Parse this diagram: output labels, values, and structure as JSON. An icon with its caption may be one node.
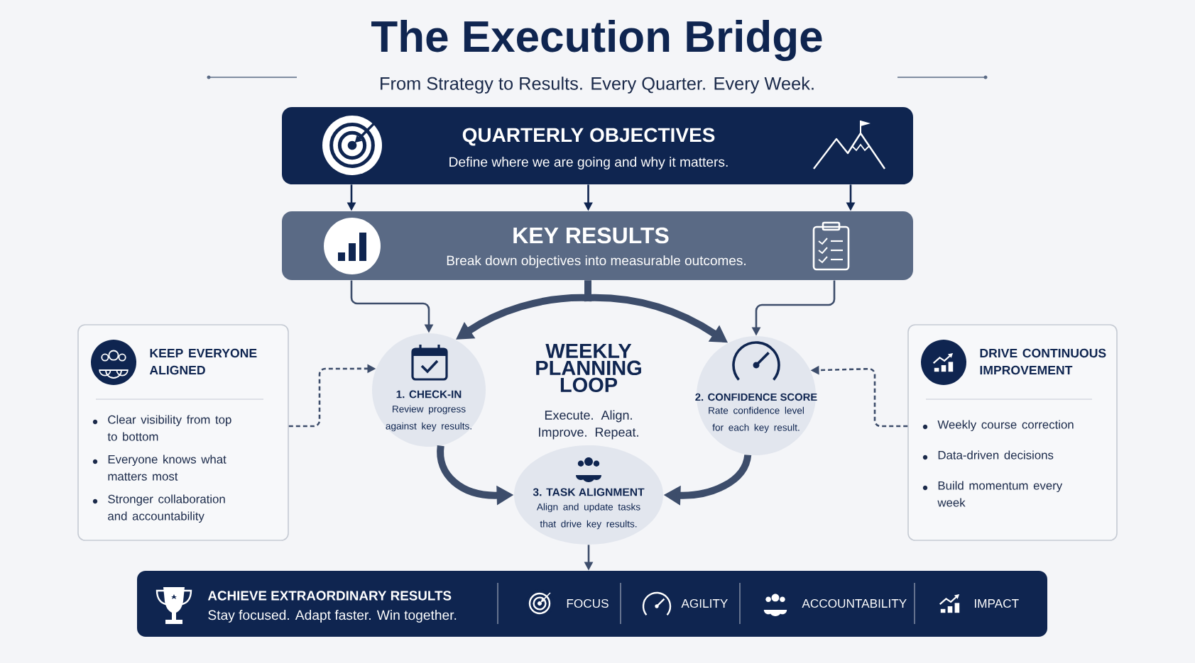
{
  "diagram": {
    "title": "The Execution Bridge",
    "nodes": [
      {
        "text": [
          "QUARTERLY OBJECTIVES",
          "Define where we are going and why it matters."
        ]
      },
      {
        "text": [
          "KEY RESULTS",
          "Break down objectives into measurable outcomes."
        ]
      },
      {
        "text": [
          "KEEP EVERYONE ALIGNED",
          "Clear visibility from top to bottom",
          "Everyone knows what matters most",
          "Stronger collaboration and accountability"
        ]
      },
      {
        "text": [
          "1. CHECK-IN",
          "Review progress against key results."
        ]
      },
      {
        "text": [
          "2. CONFIDENCE SCORE",
          "Rate confidence level for each key result."
        ]
      },
      {
        "text": [
          "DRIVE CONTINUOUS IMPROVEMENT",
          "Weekly course correction",
          "Data-driven decisions",
          "Build momentum every week"
        ]
      },
      {
        "text": [
          "3. TASK ALIGNMENT",
          "Align and update tasks that drive key results."
        ]
      },
      {
        "text": [
          "ACHIEVE EXTRAORDINARY RESULTS",
          "Stay focused. Adapt faster. Win together.",
          "FOCUS",
          "AGILITY",
          "ACCOUNTABILITY",
          "IMPACT"
        ]
      }
    ],
    "edges": [
      {
        "from": 0,
        "to": 1,
        "arrow": "to"
      },
      {
        "from": 0,
        "to": 1,
        "arrow": "to"
      },
      {
        "from": 0,
        "to": 1,
        "arrow": "to"
      },
      {
        "from": 1,
        "to": 3,
        "arrow": "to"
      },
      {
        "from": 1,
        "to": 3,
        "arrow": "to",
        "style": "thick"
      },
      {
        "from": 1,
        "to": 4,
        "arrow": "to",
        "style": "thick"
      },
      {
        "from": 1,
        "to": 4,
        "arrow": "to"
      },
      {
        "from": 2,
        "to": 3,
        "arrow": "to",
        "style": "dashed"
      },
      {
        "from": 5,
        "to": 4,
        "arrow": "to",
        "style": "dashed"
      },
      {
        "from": 3,
        "to": 6,
        "arrow": "to",
        "style": "thick"
      },
      {
        "from": 4,
        "to": 6,
        "arrow": "to",
        "style": "thick"
      },
      {
        "from": 6,
        "to": 7,
        "arrow": "to"
      }
    ],
    "labels": [
      "From Strategy to Results. Every Quarter. Every Week.",
      "WEEKLY PLANNING LOOP",
      "Execute. Align. Improve. Repeat."
    ]
  }
}
